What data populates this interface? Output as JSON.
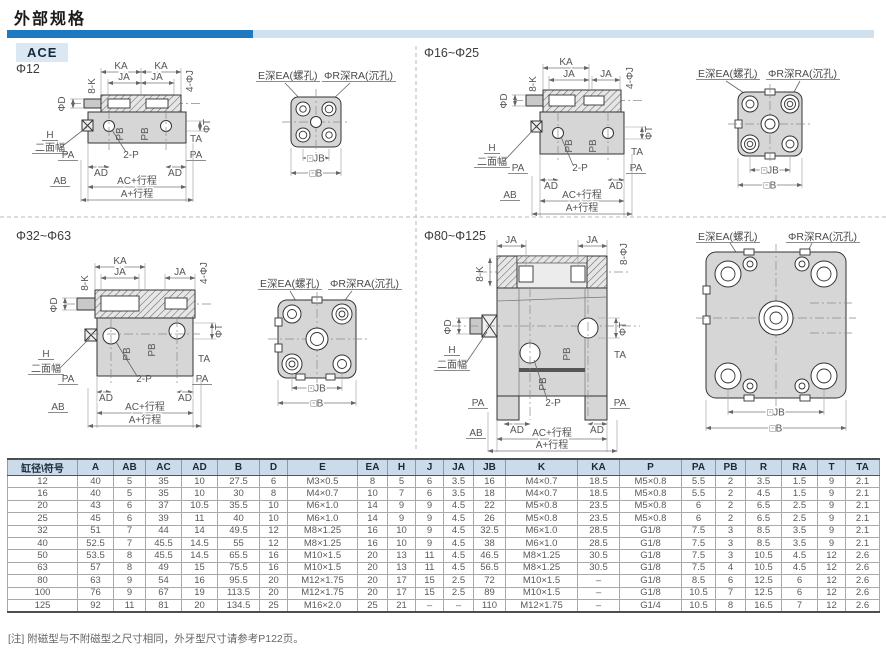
{
  "page": {
    "title": "外部规格",
    "series": "ACE",
    "note": "[注] 附磁型与不附磁型之尺寸相同，外牙型尺寸请参考P122页。"
  },
  "colors": {
    "accent_blue": "#1e79c0",
    "bar_light": "#cfe0ee",
    "badge_bg": "#dbe8f3",
    "table_header_bg": "#ccdbe9"
  },
  "panels": {
    "q1": {
      "size": "Φ12"
    },
    "q2": {
      "size": "Φ16~Φ25"
    },
    "q3": {
      "size": "Φ32~Φ63"
    },
    "q4": {
      "size": "Φ80~Φ125"
    }
  },
  "labels": {
    "ka": "KA",
    "ja": "JA",
    "k8": "8-K",
    "j4": "4-ΦJ",
    "j8": "8-ΦJ",
    "phiD": "ΦD",
    "phiT": "ΦT",
    "ta": "TA",
    "h": "H",
    "flat": "二面幅",
    "pa": "PA",
    "pb": "PB",
    "p2": "2-P",
    "ad": "AD",
    "ab": "AB",
    "ac": "AC+行程",
    "a": "A+行程",
    "jb": "□JB",
    "b": "□B",
    "thread": "E深EA(螺孔)",
    "cbore": "ΦR深RA(沉孔)"
  },
  "table": {
    "headers": [
      "缸径\\符号",
      "A",
      "AB",
      "AC",
      "AD",
      "B",
      "D",
      "E",
      "EA",
      "H",
      "J",
      "JA",
      "JB",
      "K",
      "KA",
      "P",
      "PA",
      "PB",
      "R",
      "RA",
      "T",
      "TA"
    ],
    "rows": [
      [
        "12",
        "40",
        "5",
        "35",
        "10",
        "27.5",
        "6",
        "M3×0.5",
        "8",
        "5",
        "6",
        "3.5",
        "16",
        "M4×0.7",
        "18.5",
        "M5×0.8",
        "5.5",
        "2",
        "3.5",
        "1.5",
        "9",
        "2.1"
      ],
      [
        "16",
        "40",
        "5",
        "35",
        "10",
        "30",
        "8",
        "M4×0.7",
        "10",
        "7",
        "6",
        "3.5",
        "18",
        "M4×0.7",
        "18.5",
        "M5×0.8",
        "5.5",
        "2",
        "4.5",
        "1.5",
        "9",
        "2.1"
      ],
      [
        "20",
        "43",
        "6",
        "37",
        "10.5",
        "35.5",
        "10",
        "M6×1.0",
        "14",
        "9",
        "9",
        "4.5",
        "22",
        "M5×0.8",
        "23.5",
        "M5×0.8",
        "6",
        "2",
        "6.5",
        "2.5",
        "9",
        "2.1"
      ],
      [
        "25",
        "45",
        "6",
        "39",
        "11",
        "40",
        "10",
        "M6×1.0",
        "14",
        "9",
        "9",
        "4.5",
        "26",
        "M5×0.8",
        "23.5",
        "M5×0.8",
        "6",
        "2",
        "6.5",
        "2.5",
        "9",
        "2.1"
      ],
      [
        "32",
        "51",
        "7",
        "44",
        "14",
        "49.5",
        "12",
        "M8×1.25",
        "16",
        "10",
        "9",
        "4.5",
        "32.5",
        "M6×1.0",
        "28.5",
        "G1/8",
        "7.5",
        "3",
        "8.5",
        "3.5",
        "9",
        "2.1"
      ],
      [
        "40",
        "52.5",
        "7",
        "45.5",
        "14.5",
        "55",
        "12",
        "M8×1.25",
        "16",
        "10",
        "9",
        "4.5",
        "38",
        "M6×1.0",
        "28.5",
        "G1/8",
        "7.5",
        "3",
        "8.5",
        "3.5",
        "9",
        "2.1"
      ],
      [
        "50",
        "53.5",
        "8",
        "45.5",
        "14.5",
        "65.5",
        "16",
        "M10×1.5",
        "20",
        "13",
        "11",
        "4.5",
        "46.5",
        "M8×1.25",
        "30.5",
        "G1/8",
        "7.5",
        "3",
        "10.5",
        "4.5",
        "12",
        "2.6"
      ],
      [
        "63",
        "57",
        "8",
        "49",
        "15",
        "75.5",
        "16",
        "M10×1.5",
        "20",
        "13",
        "11",
        "4.5",
        "56.5",
        "M8×1.25",
        "30.5",
        "G1/8",
        "7.5",
        "4",
        "10.5",
        "4.5",
        "12",
        "2.6"
      ],
      [
        "80",
        "63",
        "9",
        "54",
        "16",
        "95.5",
        "20",
        "M12×1.75",
        "20",
        "17",
        "15",
        "2.5",
        "72",
        "M10×1.5",
        "–",
        "G1/8",
        "8.5",
        "6",
        "12.5",
        "6",
        "12",
        "2.6"
      ],
      [
        "100",
        "76",
        "9",
        "67",
        "19",
        "113.5",
        "20",
        "M12×1.75",
        "20",
        "17",
        "15",
        "2.5",
        "89",
        "M10×1.5",
        "–",
        "G1/8",
        "10.5",
        "7",
        "12.5",
        "6",
        "12",
        "2.6"
      ],
      [
        "125",
        "92",
        "11",
        "81",
        "20",
        "134.5",
        "25",
        "M16×2.0",
        "25",
        "21",
        "–",
        "–",
        "110",
        "M12×1.75",
        "–",
        "G1/4",
        "10.5",
        "8",
        "16.5",
        "7",
        "12",
        "2.6"
      ]
    ]
  }
}
